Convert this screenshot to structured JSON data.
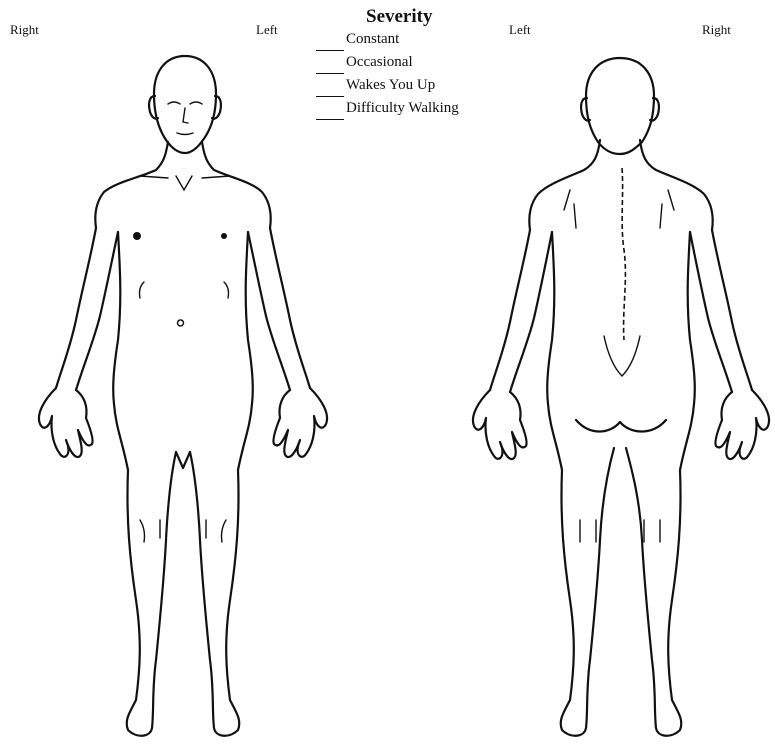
{
  "labels": {
    "front_right": "Right",
    "front_left": "Left",
    "back_left": "Left",
    "back_right": "Right"
  },
  "legend": {
    "title": "Severity",
    "items": [
      {
        "label": "Constant"
      },
      {
        "label": "Occasional"
      },
      {
        "label": "Wakes You Up"
      },
      {
        "label": "Difficulty Walking"
      }
    ]
  }
}
